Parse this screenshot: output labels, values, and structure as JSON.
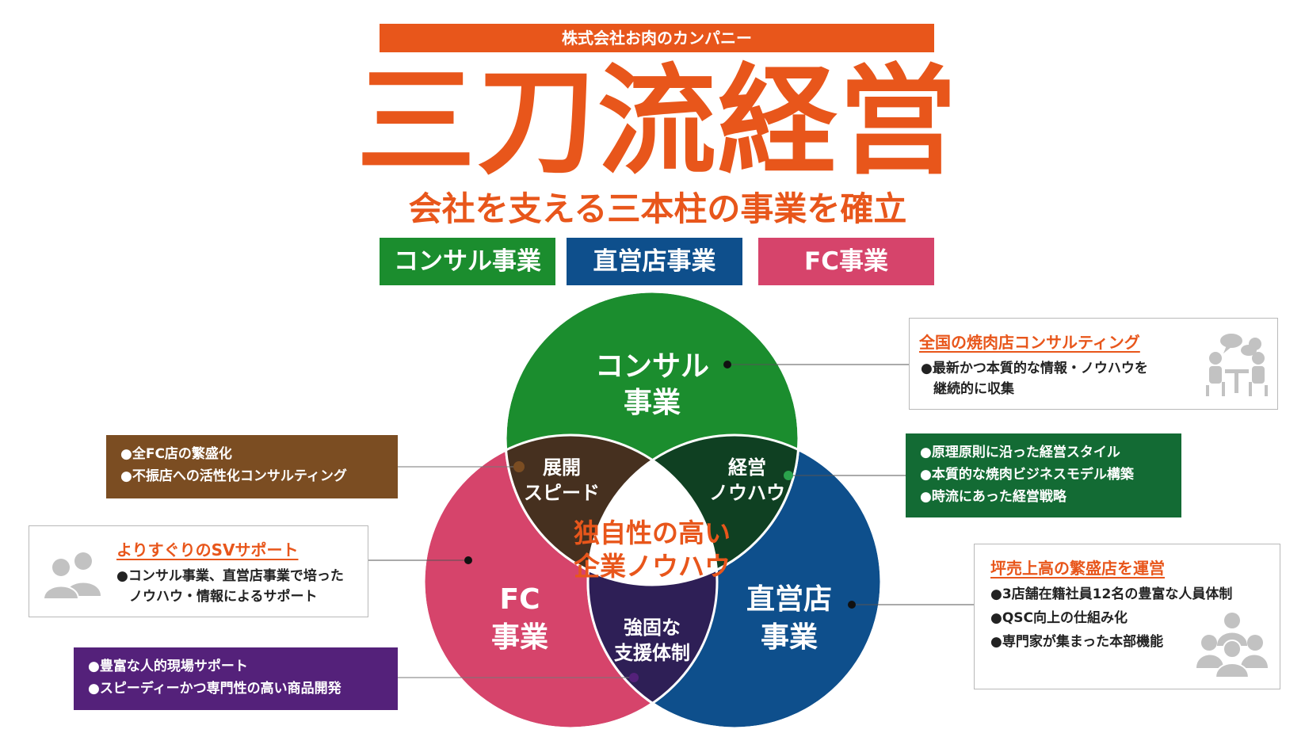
{
  "header": {
    "company": "株式会社お肉のカンパニー",
    "title": "三刀流経営",
    "subtitle": "会社を支える三本柱の事業を確立",
    "tags": [
      "コンサル事業",
      "直営店事業",
      "FC事業"
    ]
  },
  "circles": {
    "consul": {
      "line1": "コンサル",
      "line2": "事業",
      "color": "#1b8d2e"
    },
    "fc": {
      "line1": "FC",
      "line2": "事業",
      "color": "#d6446b"
    },
    "direct": {
      "line1": "直営店",
      "line2": "事業",
      "color": "#0e4f8c"
    }
  },
  "overlaps": {
    "consul_fc": {
      "line1": "展開",
      "line2": "スピード",
      "color": "#46301f"
    },
    "consul_direct": {
      "line1": "経営",
      "line2": "ノウハウ",
      "color": "#0f4022"
    },
    "fc_direct": {
      "line1": "強固な",
      "line2": "支援体制",
      "color": "#2e1f56"
    },
    "center": {
      "line1": "独自性の高い",
      "line2": "企業ノウハウ",
      "color": "#e8561b"
    }
  },
  "boxes": {
    "consul_box": {
      "heading": "全国の焼肉店コンサルティング",
      "items": [
        "●最新かつ本質的な情報・ノウハウを",
        "継続的に収集"
      ]
    },
    "fc_box": {
      "heading": "よりすぐりのSVサポート",
      "items": [
        "●コンサル事業、直営店事業で培った",
        "ノウハウ・情報によるサポート"
      ]
    },
    "direct_box": {
      "heading": "坪売上高の繁盛店を運営",
      "items": [
        "●3店舗在籍社員12名の豊富な人員体制",
        "●QSC向上の仕組み化",
        "●専門家が集まった本部機能"
      ]
    },
    "speed_box": {
      "items": [
        "●全FC店の繁盛化",
        "●不振店への活性化コンサルティング"
      ],
      "color": "#7b4d22"
    },
    "knowhow_box": {
      "items": [
        "●原理原則に沿った経営スタイル",
        "●本質的な焼肉ビジネスモデル構築",
        "●時流にあった経営戦略"
      ],
      "color": "#136b34"
    },
    "support_box": {
      "items": [
        "●豊富な人的現場サポート",
        "●スピーディーかつ専門性の高い商品開発"
      ],
      "color": "#54217a"
    }
  },
  "icons": [
    "meeting-icon",
    "users-icon",
    "group-icon"
  ],
  "colors": {
    "accent": "#e8561b",
    "icon_gray": "#c2c2c2"
  }
}
